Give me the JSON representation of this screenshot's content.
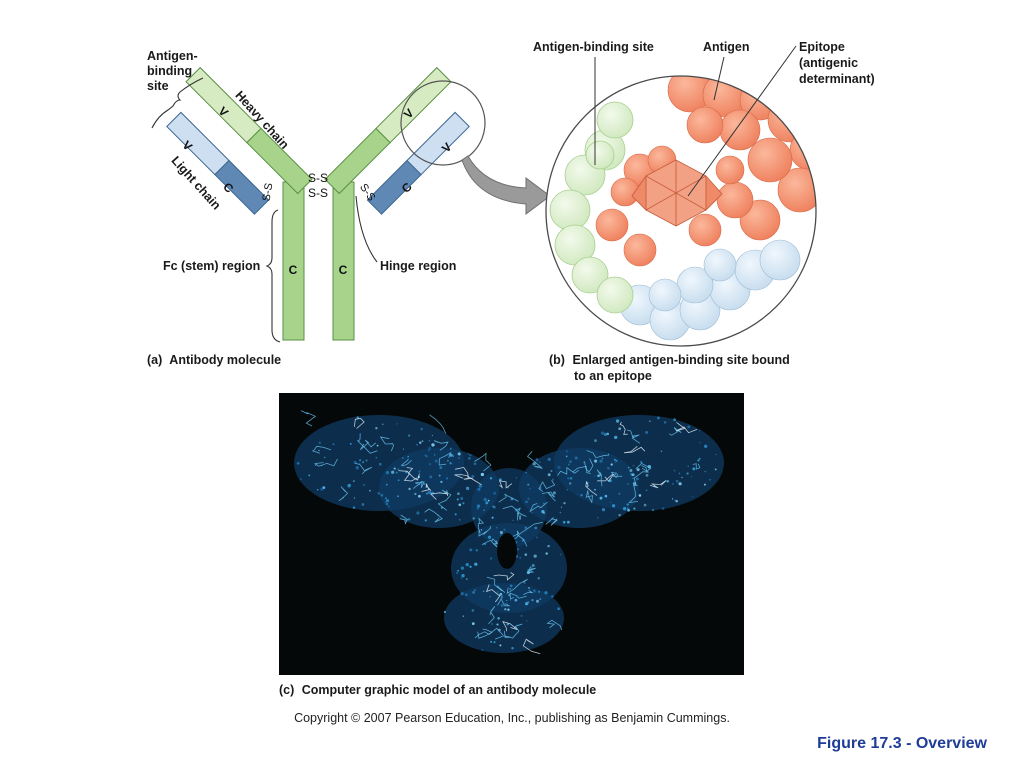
{
  "panel_a": {
    "labels": {
      "antigen_binding_site": [
        "Antigen-",
        "binding",
        "site"
      ],
      "heavy_chain": "Heavy chain",
      "light_chain": "Light chain",
      "fc_region": "Fc (stem) region",
      "hinge_region": "Hinge region",
      "disulfide": "S-S",
      "v": "V",
      "c": "C"
    },
    "caption": {
      "letter": "(a)",
      "text": "Antibody molecule"
    }
  },
  "panel_b": {
    "labels": {
      "antigen_binding_site": "Antigen-binding site",
      "antigen": "Antigen",
      "epitope": [
        "Epitope",
        "(antigenic",
        "determinant)"
      ]
    },
    "caption": {
      "letter": "(b)",
      "text": [
        "Enlarged antigen-binding site bound",
        "to an epitope"
      ]
    }
  },
  "panel_c": {
    "caption": {
      "letter": "(c)",
      "text": "Computer graphic model of an antibody molecule"
    }
  },
  "copyright": "Copyright © 2007 Pearson Education, Inc., publishing as Benjamin Cummings.",
  "figure_title": "Figure 17.3 - Overview",
  "colors": {
    "heavy_v": "#d7ebc2",
    "heavy_c": "#a7d48a",
    "light_v": "#cddff0",
    "light_c": "#5f88b4",
    "antigen": "#f0906e",
    "model_bg": "#050808",
    "model_blue": "#2f8fd0",
    "title_blue": "#1f3c99"
  }
}
